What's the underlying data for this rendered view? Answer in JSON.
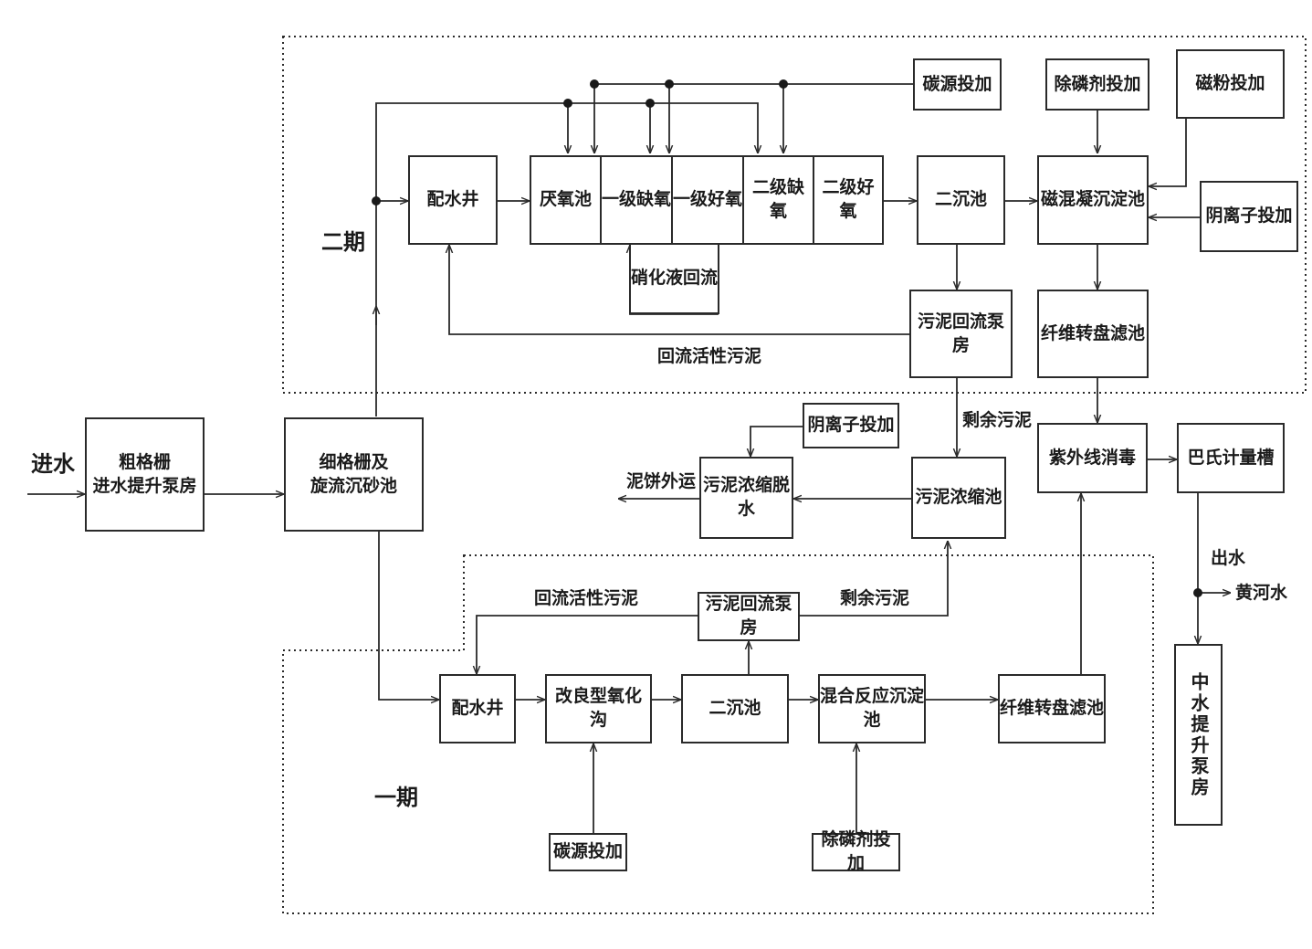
{
  "labels": {
    "inflow": "进水",
    "phase2": "二期",
    "phase1": "一期",
    "return_sludge_2": "回流活性污泥",
    "excess_sludge_2": "剩余污泥",
    "return_sludge_1": "回流活性污泥",
    "excess_sludge_1": "剩余污泥",
    "cake_out": "泥饼外运",
    "outflow": "出水",
    "yellow_river": "黄河水"
  },
  "boxes": {
    "coarse_screen": "粗格栅\n进水提升泵房",
    "fine_screen": "细格栅及\n旋流沉砂池",
    "dist_well_2": "配水井",
    "anaerobic": "厌氧池",
    "anoxic_1": "一级缺氧",
    "oxic_1": "一级好氧",
    "anoxic_2": "二级缺氧",
    "oxic_2": "二级好氧",
    "secondary_clar_2": "二沉池",
    "mag_coag": "磁混凝沉淀池",
    "carbon_2": "碳源投加",
    "phos_2": "除磷剂投加",
    "mag_powder": "磁粉投加",
    "anion_2": "阴离子投加",
    "nitrate_return": "硝化液回流",
    "sludge_pump_2": "污泥回流泵房",
    "disc_filter_2": "纤维转盘滤池",
    "anion_dewater": "阴离子投加",
    "dewater": "污泥浓缩脱水",
    "thickener": "污泥浓缩池",
    "uv": "紫外线消毒",
    "parshall": "巴氏计量槽",
    "reuse_pump": "中水提升泵房",
    "sludge_pump_1": "污泥回流泵房",
    "dist_well_1": "配水井",
    "oxidation_ditch": "改良型氧化沟",
    "secondary_clar_1": "二沉池",
    "mix_react": "混合反应沉淀池",
    "disc_filter_1": "纤维转盘滤池",
    "carbon_1": "碳源投加",
    "phos_1": "除磷剂投加"
  }
}
